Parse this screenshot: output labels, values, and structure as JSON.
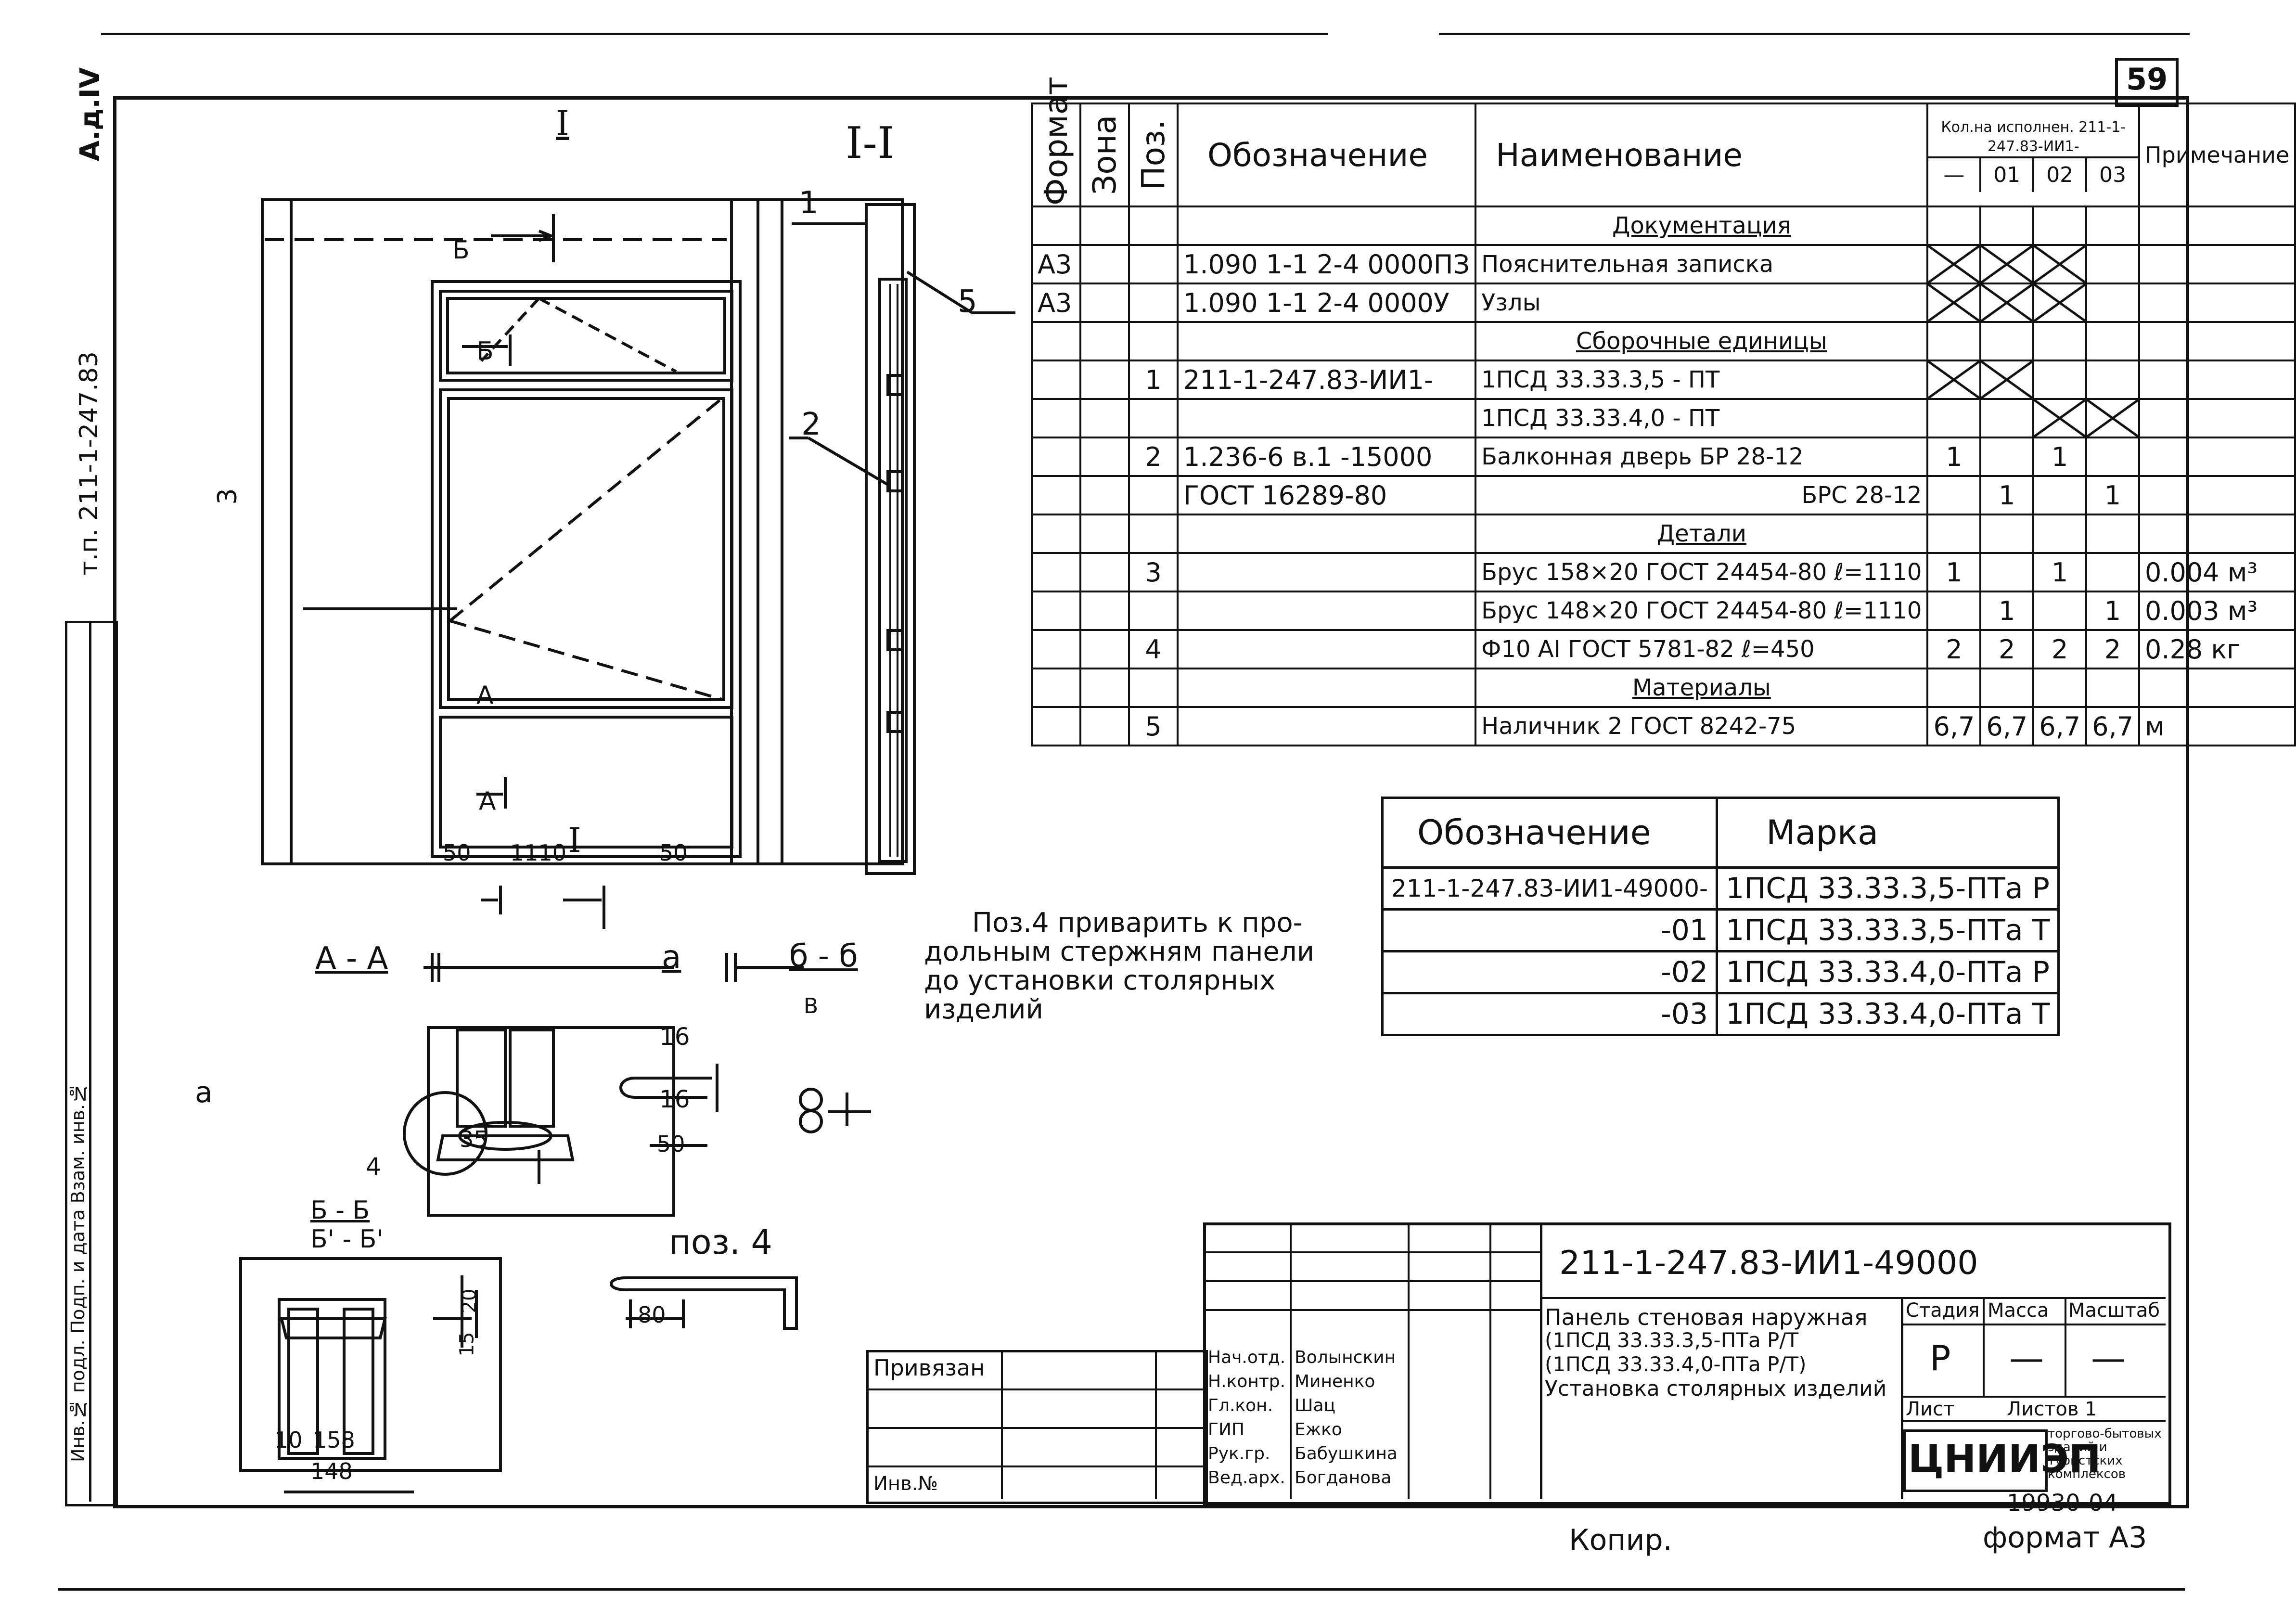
{
  "sheet": {
    "sheet_number": "59",
    "left_margin_label": "А.д.IV",
    "project_code_side": "т.п. 211-1-247.83",
    "format_note": "формат А3",
    "copy_label": "Копир.",
    "inventory_number": "19930-04",
    "side_stamp_label": "Инв.№ подл.  Подп. и дата  Взам. инв.№"
  },
  "drawing": {
    "section_label": "I-I",
    "cut_mark_I": "I",
    "cut_mark_A": "А",
    "cut_mark_B": "Б",
    "callout_1": "1",
    "callout_2": "2",
    "callout_3": "3",
    "callout_5": "5",
    "dim_left": "50",
    "dim_width": "1110",
    "dim_right": "50",
    "view_aa": "А - А",
    "view_a": "а",
    "view_bb": "б - б",
    "view_bb_mirror": "Б - Б",
    "view_bb_prime": "Б' - Б'",
    "node_label_a": "а",
    "node_label_4": "4",
    "node_label_B": "В",
    "dim_35": "35",
    "dim_16_top": "16",
    "dim_16_bottom": "16",
    "dim_50_small": "50",
    "dim_10": "10",
    "dim_158": "158",
    "dim_148": "148",
    "dim_20": "20",
    "dim_15": "15",
    "pos4_title": "поз. 4",
    "pos4_dim": "80",
    "note_text_1": "Поз.4 приварить к про-",
    "note_text_2": "дольным стержням панели",
    "note_text_3": "до установки столярных",
    "note_text_4": "изделий"
  },
  "spec_table": {
    "headers": {
      "format": "Формат",
      "zone": "Зона",
      "pos": "Поз.",
      "designation": "Обозначение",
      "name": "Наименование",
      "qty_group": "Кол.на исполнен. 211-1-247.83-ИИ1-",
      "qty_cols": [
        "—",
        "01",
        "02",
        "03"
      ],
      "note": "Примечание"
    },
    "rows": [
      {
        "format": "",
        "zone": "",
        "pos": "",
        "designation": "",
        "name": "Документация",
        "q": [
          "",
          "",
          "",
          ""
        ],
        "note": "",
        "kind": "section"
      },
      {
        "format": "А3",
        "zone": "",
        "pos": "",
        "designation": "1.090 1-1 2-4 0000ПЗ",
        "name": "Пояснительная записка",
        "q": [
          "",
          "",
          "",
          ""
        ],
        "note": "",
        "kind": "crossed"
      },
      {
        "format": "А3",
        "zone": "",
        "pos": "",
        "designation": "1.090 1-1 2-4 0000У",
        "name": "Узлы",
        "q": [
          "",
          "",
          "",
          ""
        ],
        "note": "",
        "kind": "crossed"
      },
      {
        "format": "",
        "zone": "",
        "pos": "",
        "designation": "",
        "name": "Сборочные единицы",
        "q": [
          "",
          "",
          "",
          ""
        ],
        "note": "",
        "kind": "section"
      },
      {
        "format": "",
        "zone": "",
        "pos": "1",
        "designation": "211-1-247.83-ИИ1-",
        "name": "1ПСД 33.33.3,5 - ПТ",
        "q": [
          "",
          "",
          "",
          ""
        ],
        "note": "",
        "kind": "cross12"
      },
      {
        "format": "",
        "zone": "",
        "pos": "",
        "designation": "",
        "name": "1ПСД 33.33.4,0 - ПТ",
        "q": [
          "",
          "",
          "",
          ""
        ],
        "note": "",
        "kind": "cross34"
      },
      {
        "format": "",
        "zone": "",
        "pos": "2",
        "designation": "1.236-6 в.1 -15000",
        "name": "Балконная дверь БР 28-12",
        "q": [
          "1",
          "",
          "1",
          ""
        ],
        "note": "",
        "kind": "item"
      },
      {
        "format": "",
        "zone": "",
        "pos": "",
        "designation": "ГОСТ 16289-80",
        "name": "БРС 28-12",
        "q": [
          "",
          "1",
          "",
          "1"
        ],
        "note": "",
        "kind": "right"
      },
      {
        "format": "",
        "zone": "",
        "pos": "",
        "designation": "",
        "name": "Детали",
        "q": [
          "",
          "",
          "",
          ""
        ],
        "note": "",
        "kind": "section"
      },
      {
        "format": "",
        "zone": "",
        "pos": "3",
        "designation": "",
        "name": "Брус 158×20 ГОСТ 24454-80 ℓ=1110",
        "q": [
          "1",
          "",
          "1",
          ""
        ],
        "note": "0.004 м³",
        "kind": "item"
      },
      {
        "format": "",
        "zone": "",
        "pos": "",
        "designation": "",
        "name": "Брус 148×20 ГОСТ 24454-80 ℓ=1110",
        "q": [
          "",
          "1",
          "",
          "1"
        ],
        "note": "0.003 м³",
        "kind": "item"
      },
      {
        "format": "",
        "zone": "",
        "pos": "4",
        "designation": "",
        "name": "Ф10 АI ГОСТ 5781-82 ℓ=450",
        "q": [
          "2",
          "2",
          "2",
          "2"
        ],
        "note": "0.28 кг",
        "kind": "item"
      },
      {
        "format": "",
        "zone": "",
        "pos": "",
        "designation": "",
        "name": "Материалы",
        "q": [
          "",
          "",
          "",
          ""
        ],
        "note": "",
        "kind": "section"
      },
      {
        "format": "",
        "zone": "",
        "pos": "5",
        "designation": "",
        "name": "Наличник 2 ГОСТ 8242-75",
        "q": [
          "6,7",
          "6,7",
          "6,7",
          "6,7"
        ],
        "note": "м",
        "kind": "item"
      }
    ]
  },
  "mark_table": {
    "header_designation": "Обозначение",
    "header_mark": "Марка",
    "rows": [
      {
        "designation": "211-1-247.83-ИИ1-49000-",
        "mark": "1ПСД 33.33.3,5-ПТа Р"
      },
      {
        "designation": "-01",
        "mark": "1ПСД 33.33.3,5-ПТа Т"
      },
      {
        "designation": "-02",
        "mark": "1ПСД 33.33.4,0-ПТа Р"
      },
      {
        "designation": "-03",
        "mark": "1ПСД 33.33.4,0-ПТа Т"
      }
    ]
  },
  "title_block": {
    "doc_code": "211-1-247.83-ИИ1-49000",
    "title_line1": "Панель стеновая наружная",
    "title_line2": "(1ПСД 33.33.3,5-ПТа Р/Т",
    "title_line3": "(1ПСД 33.33.4,0-ПТа Р/Т)",
    "title_line4": "Установка столярных изделий",
    "stage_label": "Стадия",
    "mass_label": "Масса",
    "scale_label": "Масштаб",
    "stage_value": "Р",
    "mass_value": "—",
    "scale_value": "—",
    "sheet_label": "Лист",
    "sheets_label": "Листов 1",
    "org": "ЦНИИЭП",
    "org_sub": "торгово-бытовых зданий и туристских комплексов",
    "bound_label": "Привязан",
    "inv_label": "Инв.№",
    "roles": [
      {
        "role": "Нач.отд.",
        "name": "Волынскин"
      },
      {
        "role": "Н.контр.",
        "name": "Миненко"
      },
      {
        "role": "Гл.кон.",
        "name": "Шац"
      },
      {
        "role": "ГИП",
        "name": "Ежко"
      },
      {
        "role": "Рук.гр.",
        "name": "Бабушкина"
      },
      {
        "role": "Вед.арх.",
        "name": "Богданова"
      }
    ]
  }
}
